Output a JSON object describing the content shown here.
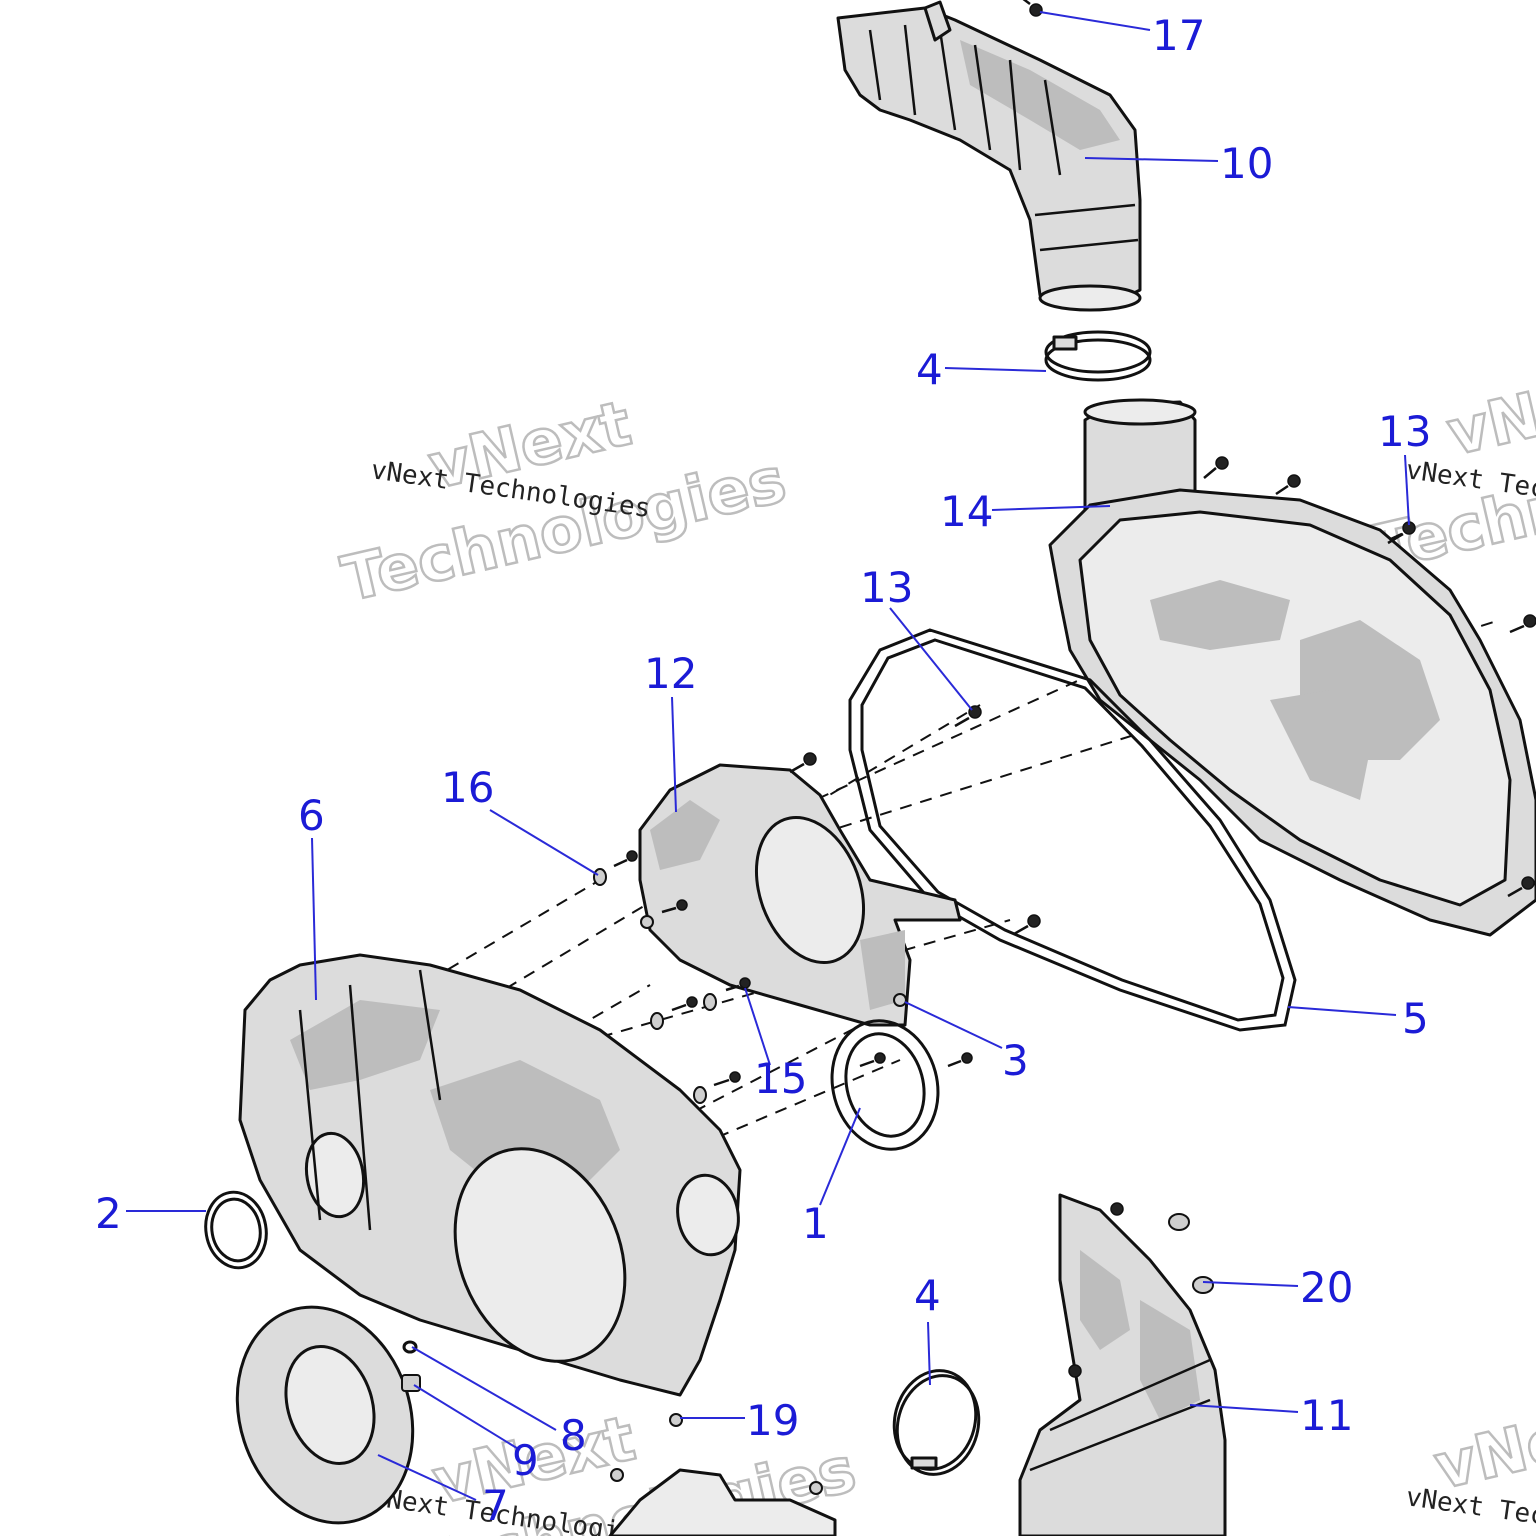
{
  "diagram": {
    "callouts": [
      {
        "id": "17",
        "label": "17"
      },
      {
        "id": "10",
        "label": "10"
      },
      {
        "id": "4a",
        "label": "4"
      },
      {
        "id": "13a",
        "label": "13"
      },
      {
        "id": "14",
        "label": "14"
      },
      {
        "id": "13b",
        "label": "13"
      },
      {
        "id": "12",
        "label": "12"
      },
      {
        "id": "16",
        "label": "16"
      },
      {
        "id": "6",
        "label": "6"
      },
      {
        "id": "5",
        "label": "5"
      },
      {
        "id": "3",
        "label": "3"
      },
      {
        "id": "15",
        "label": "15"
      },
      {
        "id": "1",
        "label": "1"
      },
      {
        "id": "2",
        "label": "2"
      },
      {
        "id": "20",
        "label": "20"
      },
      {
        "id": "4b",
        "label": "4"
      },
      {
        "id": "11",
        "label": "11"
      },
      {
        "id": "19",
        "label": "19"
      },
      {
        "id": "8",
        "label": "8"
      },
      {
        "id": "9",
        "label": "9"
      },
      {
        "id": "7",
        "label": "7"
      }
    ],
    "watermark": {
      "line_serif": "vNext Technologies",
      "line_outline_1": "vNext",
      "line_outline_2": "Technologies"
    },
    "colors": {
      "callout": "#1b1bd6",
      "part_fill": "#dcdcdc",
      "outline": "#111111"
    }
  }
}
